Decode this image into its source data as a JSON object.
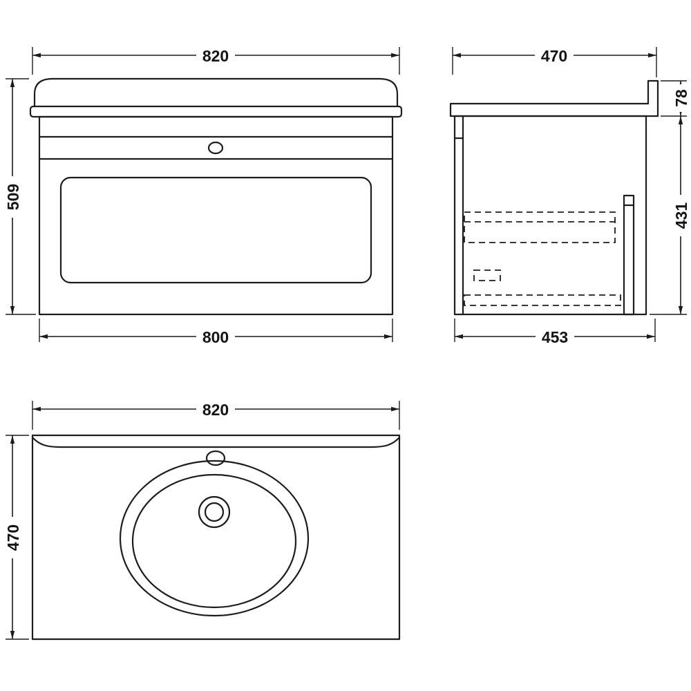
{
  "drawing": {
    "background_color": "#ffffff",
    "line_color": "#1c1c1c",
    "views": {
      "front": {
        "dims": {
          "top_width": "820",
          "left_height": "509",
          "bottom_width": "800"
        }
      },
      "side": {
        "dims": {
          "top_depth": "470",
          "worktop_height": "78",
          "cabinet_height": "431",
          "bottom_depth": "453"
        }
      },
      "plan": {
        "dims": {
          "top_width": "820",
          "left_depth": "470"
        }
      }
    }
  }
}
